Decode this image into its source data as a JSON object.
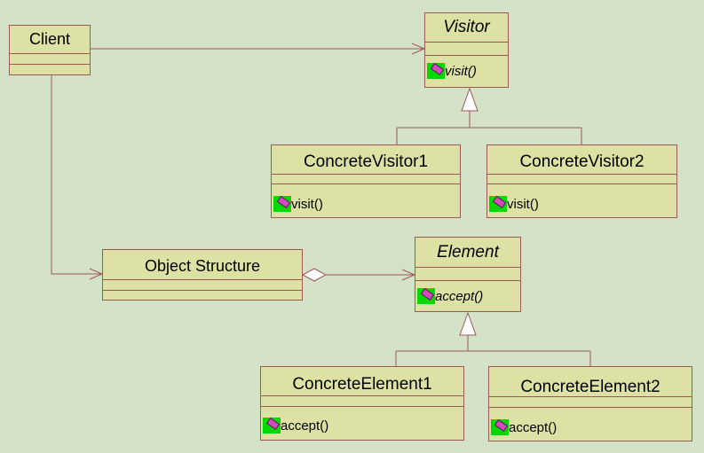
{
  "colors": {
    "background": "#d4e2c7",
    "class_fill": "#dde2a4",
    "class_border": "#9c5757",
    "connector": "#9c5757",
    "operation_icon": "#00d800"
  },
  "classes": {
    "client": {
      "name": "Client",
      "operations": []
    },
    "visitor": {
      "name": "Visitor",
      "abstract": true,
      "operations": [
        "visit()"
      ]
    },
    "concrete_visitor_1": {
      "name": "ConcreteVisitor1",
      "operations": [
        "visit()"
      ]
    },
    "concrete_visitor_2": {
      "name": "ConcreteVisitor2",
      "operations": [
        "visit()"
      ]
    },
    "object_structure": {
      "name": "Object Structure",
      "operations": []
    },
    "element": {
      "name": "Element",
      "abstract": true,
      "operations": [
        "accept()"
      ]
    },
    "concrete_element_1": {
      "name": "ConcreteElement1",
      "operations": [
        "accept()"
      ]
    },
    "concrete_element_2": {
      "name": "ConcreteElement2",
      "operations": [
        "accept()"
      ]
    }
  },
  "relationships": [
    {
      "type": "association",
      "from": "Client",
      "to": "Visitor"
    },
    {
      "type": "association",
      "from": "Client",
      "to": "Object Structure"
    },
    {
      "type": "aggregation",
      "from": "Object Structure",
      "to": "Element"
    },
    {
      "type": "generalization",
      "from": "ConcreteVisitor1",
      "to": "Visitor"
    },
    {
      "type": "generalization",
      "from": "ConcreteVisitor2",
      "to": "Visitor"
    },
    {
      "type": "generalization",
      "from": "ConcreteElement1",
      "to": "Element"
    },
    {
      "type": "generalization",
      "from": "ConcreteElement2",
      "to": "Element"
    }
  ]
}
